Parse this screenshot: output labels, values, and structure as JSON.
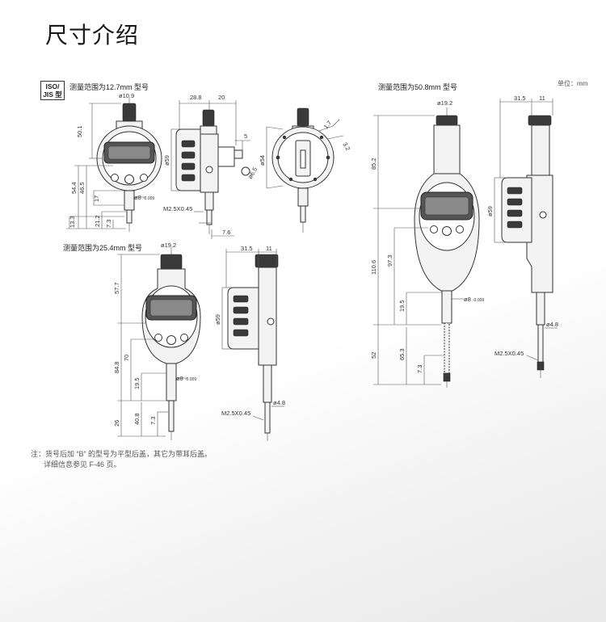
{
  "header": {
    "title": "尺寸介绍"
  },
  "badge": {
    "line1": "ISO/",
    "line2": "JIS 型"
  },
  "unit_label": "单位：mm",
  "sections": {
    "s127": "测量范围为12.7mm 型号",
    "s254": "测量范围为25.4mm 型号",
    "s508": "测量范围为50.8mm 型号"
  },
  "dims_a": {
    "d_top": "ø10.9",
    "h501": "50.1",
    "h465": "46.5",
    "h544": "54.4",
    "h17": "17",
    "h212": "21.2",
    "h133": "13.3",
    "h73": "7.3",
    "d8": "ø8",
    "d8tol": "-0.009"
  },
  "dims_b": {
    "w288": "28.8",
    "w20": "20",
    "d59": "ø59",
    "w5": "5",
    "r65": "ø6.5",
    "thread": "M2.5X0.45",
    "w76": "7.6"
  },
  "dims_c": {
    "d54": "ø54",
    "a17": "1.7",
    "a32": "3.2"
  },
  "dims_d": {
    "d_top": "ø19.2",
    "h577": "57.7",
    "h848": "84.8",
    "h70": "70",
    "h195": "19.5",
    "h26": "26",
    "h408": "40.8",
    "h73": "7.3",
    "d8": "ø8",
    "d8tol": "-0.009"
  },
  "dims_e": {
    "w315": "31.5",
    "w11": "11",
    "d59": "ø59",
    "d48": "ø4.8",
    "thread": "M2.5X0.45"
  },
  "dims_f": {
    "d_top": "ø19.2",
    "h852": "85.2",
    "h1106": "110.6",
    "h973": "97.3",
    "h195": "19.5",
    "h52": "52",
    "h653": "65.3",
    "h73": "7.3",
    "d8": "ø8",
    "d8tol": "-0.009"
  },
  "dims_g": {
    "w315": "31.5",
    "w11": "11",
    "d59": "ø59",
    "d48": "ø4.8",
    "thread": "M2.5X0.45"
  },
  "footnote": {
    "line1": "注：货号后加 “B” 的型号为平型后盖，其它为带耳后盖。",
    "line2": "详细信息参见 F-46 页。"
  }
}
